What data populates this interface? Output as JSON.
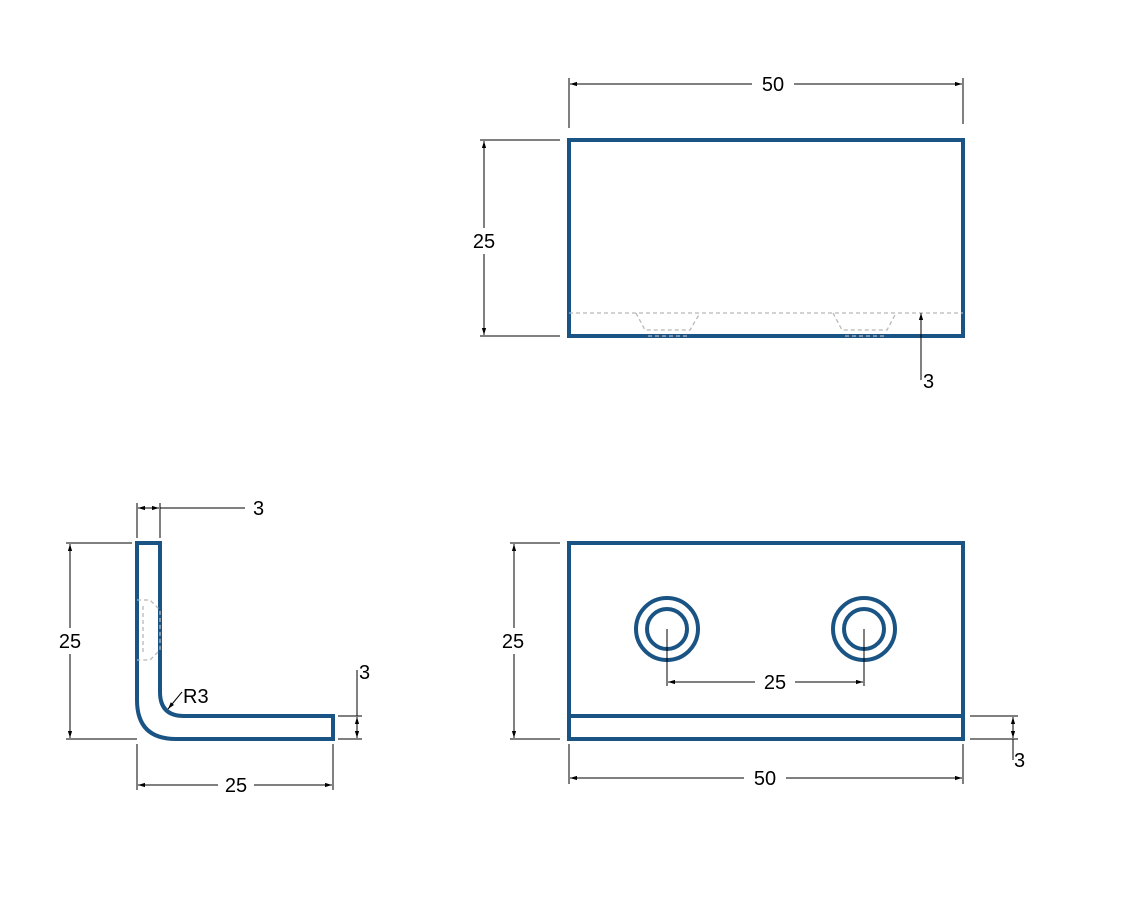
{
  "colors": {
    "part_outline": "#1a5484",
    "hidden_lines": "#b8b8b8",
    "dimension_lines": "#000000",
    "background": "#ffffff"
  },
  "views": {
    "top": {
      "width_dim": "50",
      "height_dim": "25",
      "thickness_dim": "3"
    },
    "side": {
      "thickness_dim": "3",
      "height_dim": "25",
      "bend_radius": "R3",
      "flange_thickness_dim": "3",
      "length_dim": "25"
    },
    "front": {
      "height_dim": "25",
      "hole_spacing_dim": "25",
      "thickness_dim": "3",
      "width_dim": "50"
    }
  }
}
